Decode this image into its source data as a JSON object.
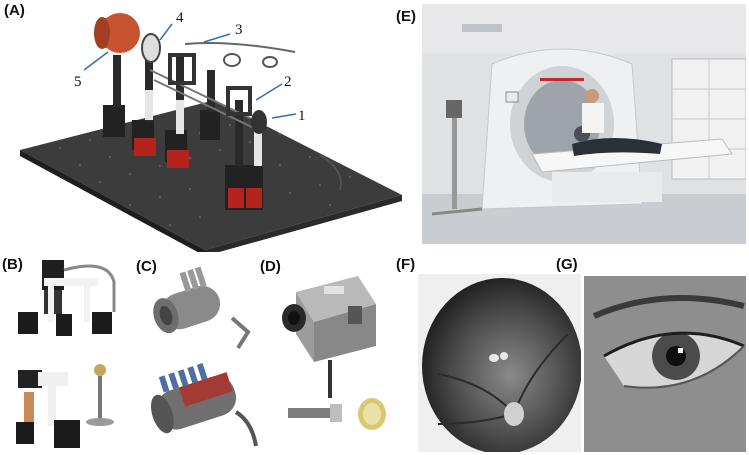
{
  "panels": {
    "A": {
      "label": "(A)",
      "callouts": [
        "1",
        "2",
        "3",
        "4",
        "5"
      ]
    },
    "B": {
      "label": "(B)"
    },
    "C": {
      "label": "(C)"
    },
    "D": {
      "label": "(D)"
    },
    "E": {
      "label": "(E)"
    },
    "F": {
      "label": "(F)"
    },
    "G": {
      "label": "(G)"
    }
  },
  "colors": {
    "breadboard": "#3a3a3a",
    "orange_part": "#c8532f",
    "arrow_blue": "#2f6fb5",
    "mri_white": "#eef0f2",
    "mri_red": "#c0282c",
    "fundus_dark": "#2a2a2a",
    "eye_gray": "#8a8a8a"
  }
}
